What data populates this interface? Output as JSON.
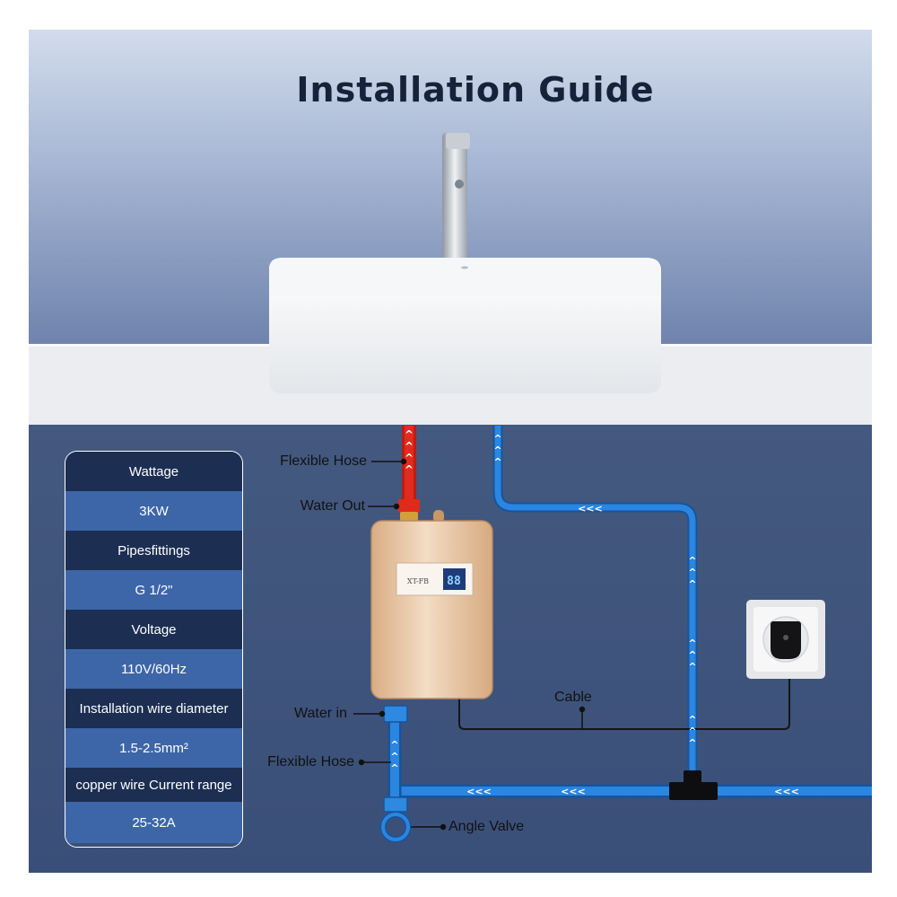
{
  "title": "Installation Guide",
  "spec_table": [
    {
      "label": "Wattage",
      "value": "3KW"
    },
    {
      "label": "Pipesfittings",
      "value": "G 1/2\""
    },
    {
      "label": "Voltage",
      "value": "110V/60Hz"
    },
    {
      "label": "Installation wire diameter",
      "value": "1.5-2.5mm²"
    },
    {
      "label": "copper wire Current range",
      "value": "25-32A"
    }
  ],
  "labels": {
    "flexible_hose_top": "Flexible Hose",
    "water_out": "Water Out",
    "water_in": "Water in",
    "flexible_hose_bottom": "Flexible Hose",
    "angle_valve": "Angle Valve",
    "cable": "Cable"
  },
  "heater": {
    "brand": "XT-FB",
    "display": "88"
  },
  "flow_arrows": {
    "up": "^",
    "left": "<<<"
  },
  "colors": {
    "title": "#16223a",
    "wall_top": "#aebdd8",
    "cabinet": "#3c547e",
    "cold_pipe": "#1f7ad6",
    "hot_pipe": "#e0281c",
    "spec_header": "#1c2f52",
    "spec_value": "#3d66a8",
    "heater_body": "#e5c2a0"
  }
}
